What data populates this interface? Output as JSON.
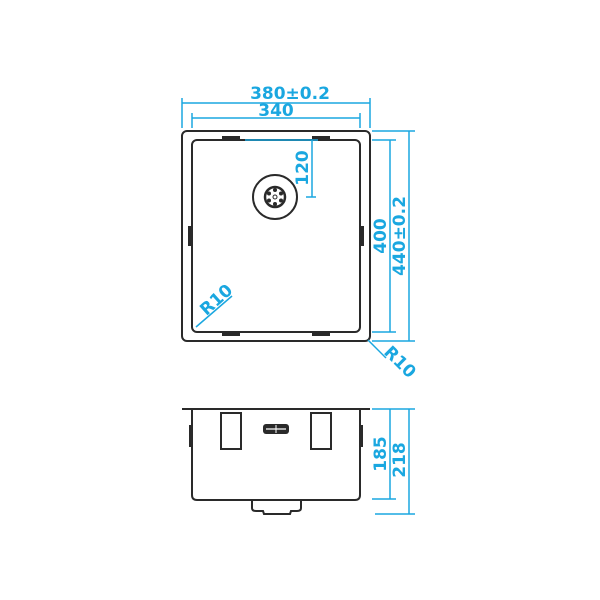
{
  "colors": {
    "outline": "#2a2a2a",
    "dimension": "#1aa7e0",
    "background": "#ffffff"
  },
  "top_view": {
    "dimensions": {
      "overall_width": "380±0.2",
      "inner_width": "340",
      "overall_depth": "440±0.2",
      "inner_depth": "400",
      "drain_offset": "120",
      "inner_corner_radius": "R10",
      "outer_corner_radius": "R10"
    }
  },
  "side_view": {
    "dimensions": {
      "bowl_height": "185",
      "overall_height": "218"
    }
  }
}
